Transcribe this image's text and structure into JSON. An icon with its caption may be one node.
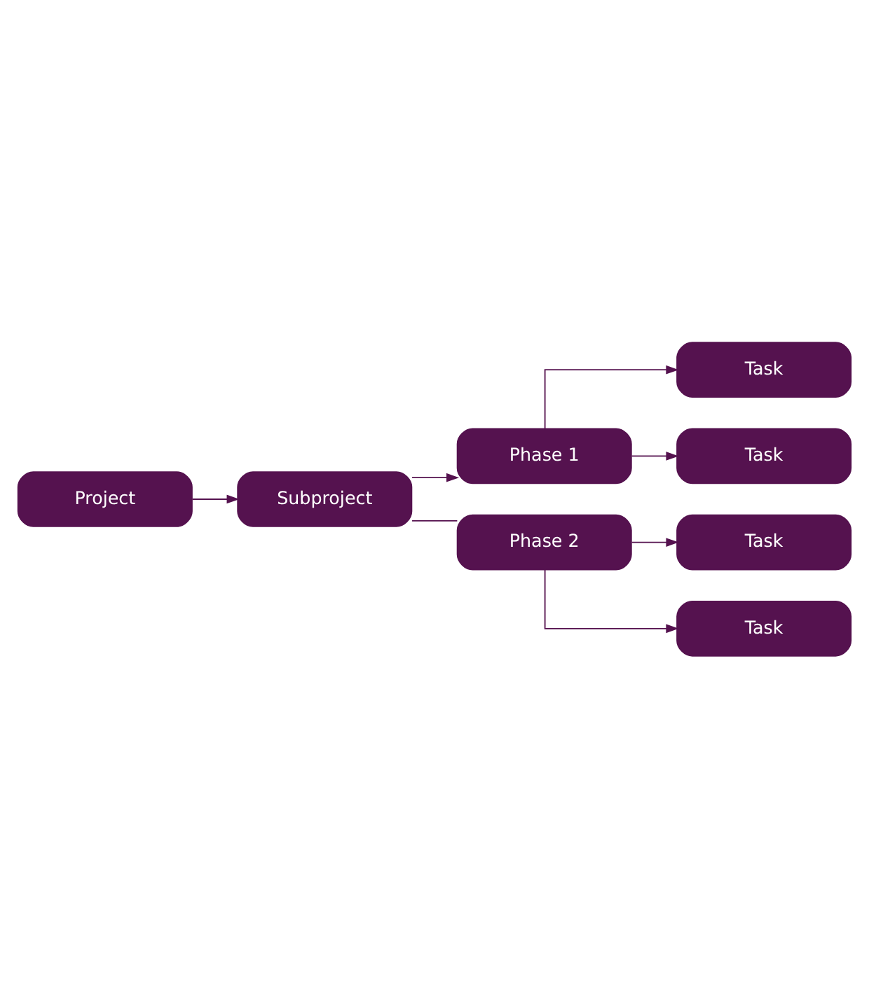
{
  "diagram": {
    "nodes": [
      {
        "text": [
          "Project"
        ]
      },
      {
        "text": [
          "Subproject"
        ]
      },
      {
        "text": [
          "Phase 1"
        ]
      },
      {
        "text": [
          "Task"
        ]
      },
      {
        "text": [
          "Task"
        ]
      },
      {
        "text": [
          "Phase 2"
        ]
      },
      {
        "text": [
          "Task"
        ]
      },
      {
        "text": [
          "Task"
        ]
      }
    ],
    "edges": [
      {
        "from": 0,
        "to": 1,
        "arrow": "to"
      },
      {
        "from": 1,
        "to": 2,
        "arrow": "to"
      },
      {
        "from": 2,
        "to": 3,
        "arrow": "to"
      },
      {
        "from": 2,
        "to": 4,
        "arrow": "to"
      },
      {
        "from": 1,
        "to": 5,
        "arrow": "none"
      },
      {
        "from": 5,
        "to": 6,
        "arrow": "to"
      },
      {
        "from": 5,
        "to": 7,
        "arrow": "to"
      }
    ]
  }
}
